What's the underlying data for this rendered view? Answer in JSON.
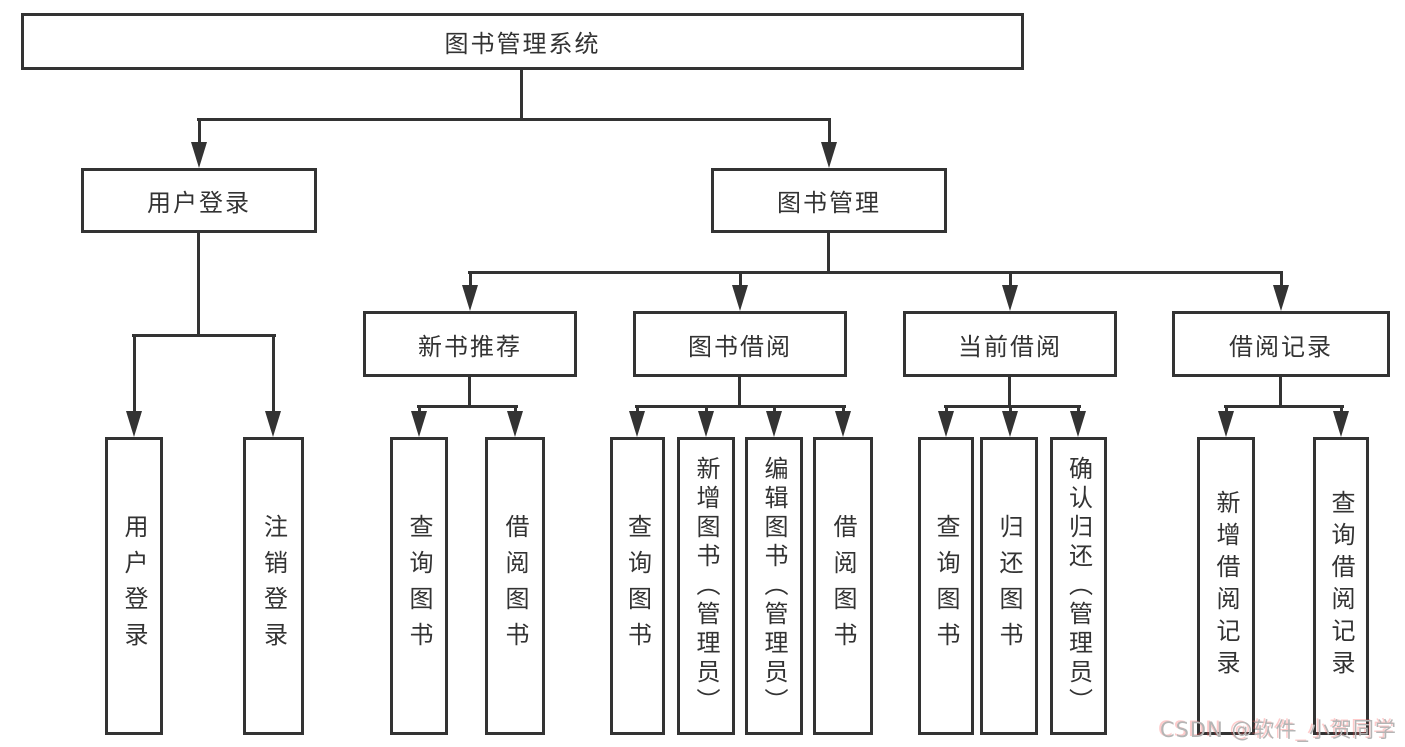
{
  "page": {
    "background": "#ffffff",
    "line_color": "#333333",
    "text_color": "#333333"
  },
  "diagram": {
    "root_label": "图书管理系统",
    "branches": [
      {
        "label": "用户登录",
        "children": [
          "用户登录",
          "注销登录"
        ]
      },
      {
        "label": "图书管理",
        "children": [
          {
            "label": "新书推荐",
            "children": [
              "查询图书",
              "借阅图书"
            ]
          },
          {
            "label": "图书借阅",
            "children": [
              "查询图书",
              "新增图书（管理员）",
              "编辑图书（管理员）",
              "借阅图书"
            ]
          },
          {
            "label": "当前借阅",
            "children": [
              "查询图书",
              "归还图书",
              "确认归还（管理员）"
            ]
          },
          {
            "label": "借阅记录",
            "children": [
              "新增借阅记录",
              "查询借阅记录"
            ]
          }
        ]
      }
    ]
  },
  "watermark": {
    "text": "CSDN @软件_小贺同学",
    "color": "#b5b5b5",
    "accent": "#fc5454"
  }
}
